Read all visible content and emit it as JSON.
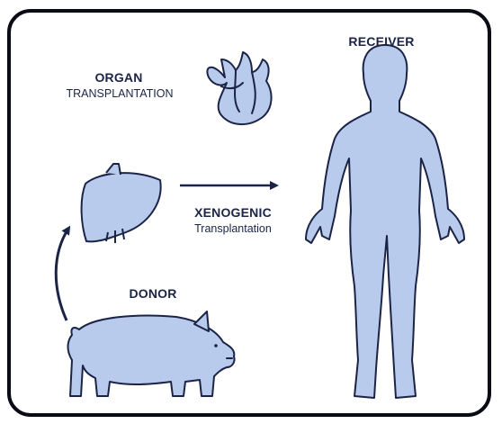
{
  "labels": {
    "organ": "ORGAN",
    "organ_sub": "TRANSPLANTATION",
    "receiver": "RECEIVER",
    "xeno": "XENOGENIC",
    "xeno_sub": "Transplantation",
    "donor": "DONOR"
  },
  "icons": [
    "heart-icon",
    "liver-icon",
    "pig-icon",
    "human-body-icon"
  ],
  "colors": {
    "fill": "#b8cbec",
    "stroke": "#1b2447",
    "frame": "#0b0b16"
  }
}
